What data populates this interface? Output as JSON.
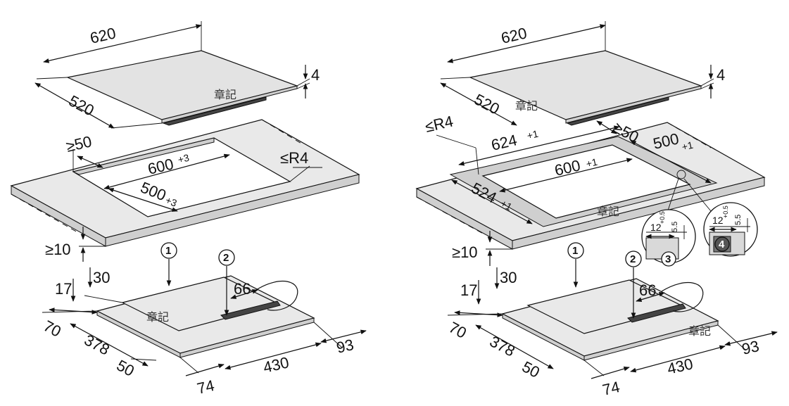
{
  "left_panel": {
    "cooktop": {
      "width": "620",
      "depth": "520",
      "thickness": "4"
    },
    "cutout": {
      "front_min": "≥50",
      "width": "600",
      "width_tol": "+3",
      "depth": "500",
      "depth_tol": "+3",
      "corner_radius": "≤R4",
      "clearance_below": "≥10"
    },
    "unit": {
      "callout_1": "1",
      "callout_2": "2",
      "top_offset": "30",
      "height": "17",
      "cable": "66",
      "front": "70",
      "depth": "378",
      "rear": "50",
      "width": "430",
      "right": "93",
      "bottom": "74"
    },
    "stamps": [
      "章記",
      "章記"
    ]
  },
  "right_panel": {
    "cooktop": {
      "width": "620",
      "depth": "520",
      "thickness": "4"
    },
    "rebate": {
      "corner_radius": "≤R4",
      "outer_width": "624",
      "outer_width_tol": "+1",
      "rear_min": "≥50",
      "outer_depth": "500",
      "outer_depth_tol": "+1",
      "inner_width": "600",
      "inner_width_tol": "+1",
      "inner_depth": "524",
      "inner_depth_tol": "+1",
      "clearance_below": "≥10"
    },
    "detail_3": {
      "label": "3",
      "width": "12",
      "width_tol": "+0.5",
      "depth": "5.5"
    },
    "detail_4": {
      "label": "4",
      "width": "12",
      "width_tol": "+0.5",
      "depth": "5.5"
    },
    "unit": {
      "callout_1": "1",
      "callout_2": "2",
      "top_offset": "30",
      "height": "17",
      "cable": "66",
      "front": "70",
      "depth": "378",
      "rear": "50",
      "width": "430",
      "right": "93",
      "bottom": "74"
    },
    "stamps": [
      "章記",
      "章記",
      "章記"
    ]
  }
}
